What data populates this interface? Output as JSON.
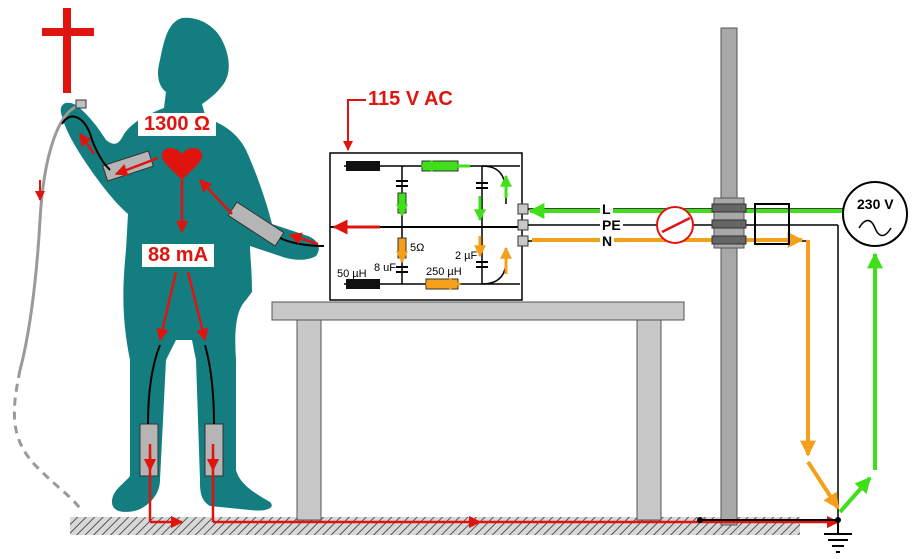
{
  "labels": {
    "resistance": "1300 Ω",
    "current": "88 mA",
    "device_voltage": "115 V AC",
    "source_voltage": "230 V",
    "line": "L",
    "protective_earth": "PE",
    "neutral": "N"
  },
  "components": {
    "inductor_large": "50 µH",
    "capacitor": "8 uF",
    "resistor": "5Ω",
    "capacitor_small": "2 µF",
    "inductor_small": "250 µH"
  },
  "colors": {
    "figure": "#137d80",
    "current_path": "#e0140f",
    "line_conductor": "#3fe01a",
    "neutral_conductor": "#f5a01a",
    "table": "#c8c8c8",
    "pole": "#a8a8a8"
  },
  "icons": [
    "cross-icon",
    "heart-icon",
    "ac-source-icon",
    "ground-icon",
    "switch-icon"
  ]
}
